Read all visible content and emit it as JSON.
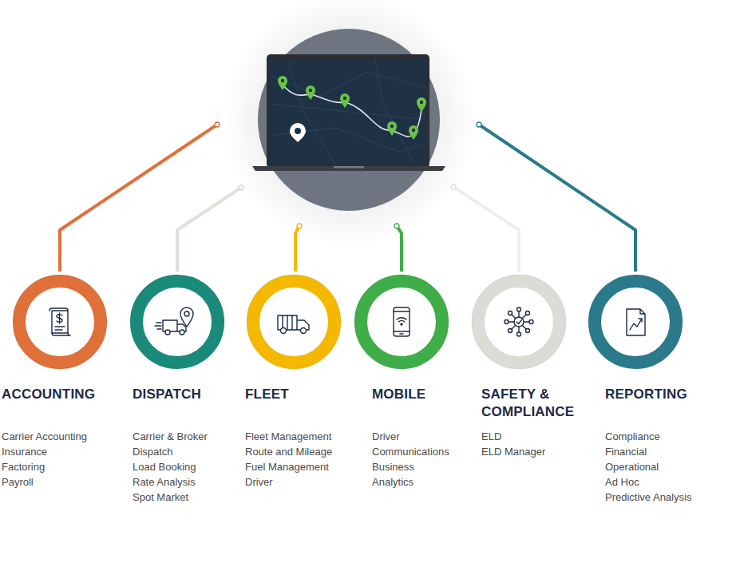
{
  "diagram": {
    "nodes": [
      {
        "text": [
          "ACCOUNTING",
          "Carrier Accounting",
          "Insurance",
          "Factoring",
          "Payroll"
        ]
      },
      {
        "text": [
          "DISPATCH",
          "Carrier & Broker Dispatch",
          "Load Booking",
          "Rate Analysis",
          "Spot Market"
        ]
      },
      {
        "text": [
          "FLEET",
          "Fleet Management",
          "Route and Mileage",
          "Fuel Management",
          "Driver"
        ]
      },
      {
        "text": [
          "MOBILE",
          "Driver Communications",
          "Business Analytics"
        ]
      },
      {
        "text": [
          "SAFETY & COMPLIANCE",
          "ELD",
          "ELD Manager"
        ]
      },
      {
        "text": [
          "REPORTING",
          "Compliance",
          "Financial",
          "Operational",
          "Ad Hoc",
          "Predictive Analysis"
        ]
      }
    ]
  }
}
